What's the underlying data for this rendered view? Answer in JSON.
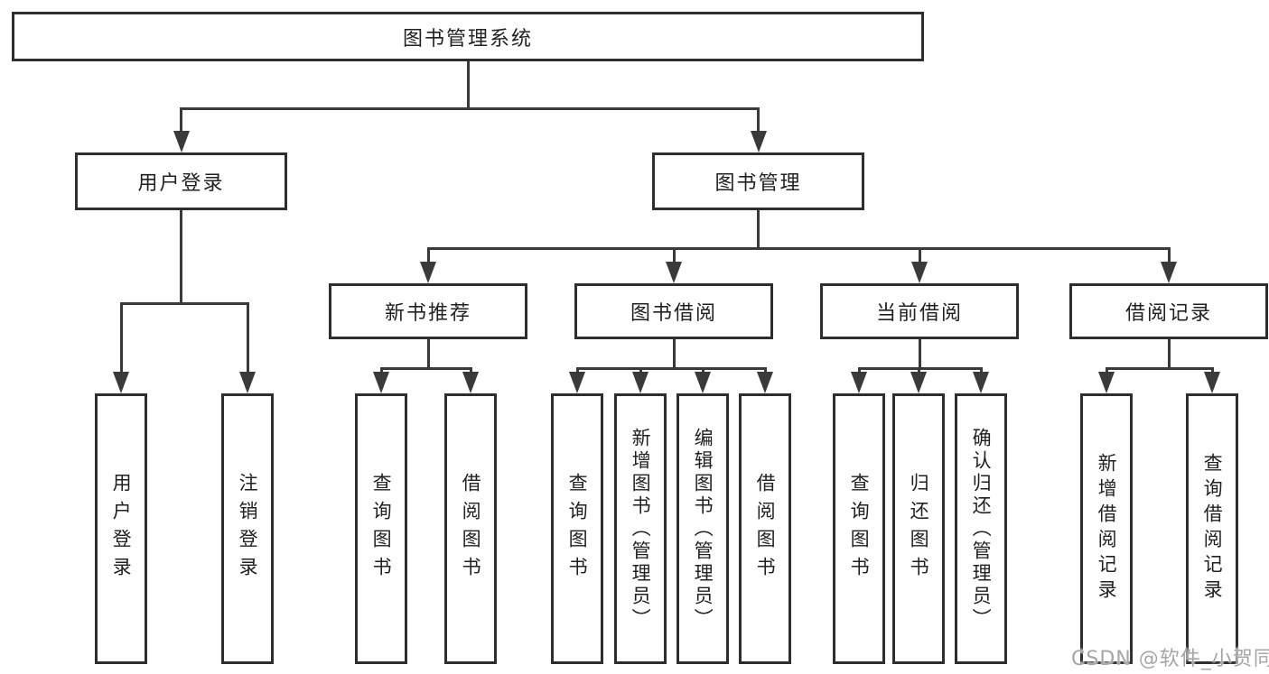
{
  "diagram": {
    "type": "hierarchy-functional-structure",
    "colors": {
      "line": "#3a3a3a",
      "box_border": "#2e2e2e",
      "text": "#212121",
      "background": "#ffffff",
      "watermark": "#a6a6a6"
    },
    "nodes": {
      "root": {
        "label": "图书管理系统"
      },
      "user_login": {
        "label": "用户登录"
      },
      "book_mgmt": {
        "label": "图书管理"
      },
      "new_book": {
        "label": "新书推荐"
      },
      "book_borrow": {
        "label": "图书借阅"
      },
      "current_borrow": {
        "label": "当前借阅"
      },
      "borrow_record": {
        "label": "借阅记录"
      },
      "leaf_user_login": {
        "label": "用户登录"
      },
      "leaf_logout": {
        "label": "注销登录"
      },
      "leaf_newbook_query": {
        "label": "查询图书"
      },
      "leaf_newbook_borrow": {
        "label": "借阅图书"
      },
      "leaf_borrow_query": {
        "label": "查询图书"
      },
      "leaf_borrow_add": {
        "label": "新增图书（管理员）"
      },
      "leaf_borrow_edit": {
        "label": "编辑图书（管理员）"
      },
      "leaf_borrow_borrow": {
        "label": "借阅图书"
      },
      "leaf_current_query": {
        "label": "查询图书"
      },
      "leaf_current_return": {
        "label": "归还图书"
      },
      "leaf_current_confirm": {
        "label": "确认归还（管理员）"
      },
      "leaf_record_add": {
        "label": "新增借阅记录"
      },
      "leaf_record_query": {
        "label": "查询借阅记录"
      }
    },
    "edges": [
      "图书管理系统->用户登录",
      "图书管理系统->图书管理",
      "用户登录->用户登录(叶)",
      "用户登录->注销登录",
      "图书管理->新书推荐",
      "图书管理->图书借阅",
      "图书管理->当前借阅",
      "图书管理->借阅记录",
      "新书推荐->查询图书",
      "新书推荐->借阅图书",
      "图书借阅->查询图书",
      "图书借阅->新增图书（管理员）",
      "图书借阅->编辑图书（管理员）",
      "图书借阅->借阅图书",
      "当前借阅->查询图书",
      "当前借阅->归还图书",
      "当前借阅->确认归还（管理员）",
      "借阅记录->新增借阅记录",
      "借阅记录->查询借阅记录"
    ]
  },
  "watermark": {
    "text": "CSDN @软件_小贺同学"
  }
}
